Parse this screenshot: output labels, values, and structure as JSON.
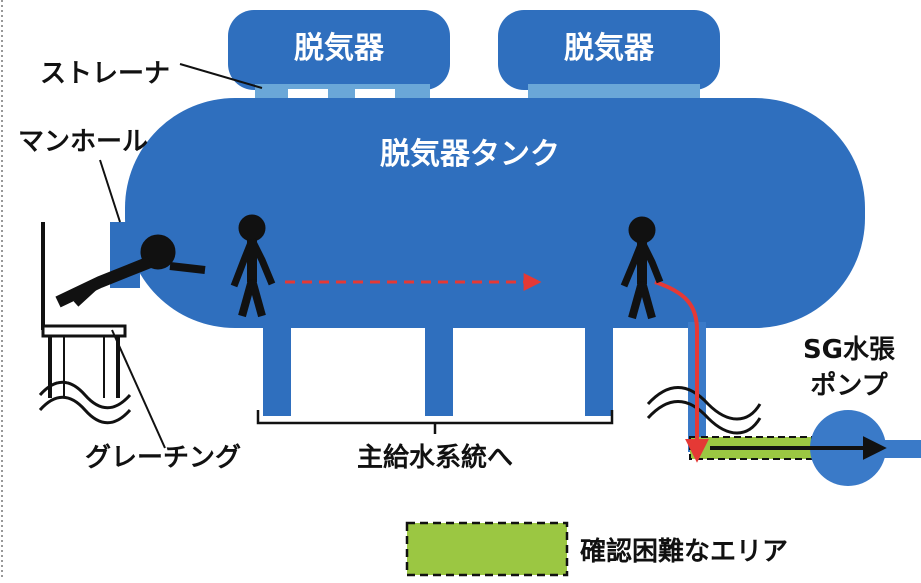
{
  "colors": {
    "tank": "#2f6fbe",
    "pipe": "#3a7ac8",
    "nozzle": "#6aa7d8",
    "hard_area": "#9bc742",
    "red_arrow": "#e53935",
    "dark": "#111111"
  },
  "labels": {
    "deaerator_left": "脱気器",
    "deaerator_right": "脱気器",
    "strainer": "ストレーナ",
    "manhole": "マンホール",
    "tank": "脱気器タンク",
    "grating": "グレーチング",
    "main_feedwater": "主給水系統へ",
    "sg_pump_line1": "SG水張",
    "sg_pump_line2": "ポンプ",
    "legend_hard_area": "確認困難なエリア"
  },
  "icons": [
    "person-crawling-icon",
    "person-standing-icon",
    "person-standing-icon",
    "wave-break-icon"
  ]
}
